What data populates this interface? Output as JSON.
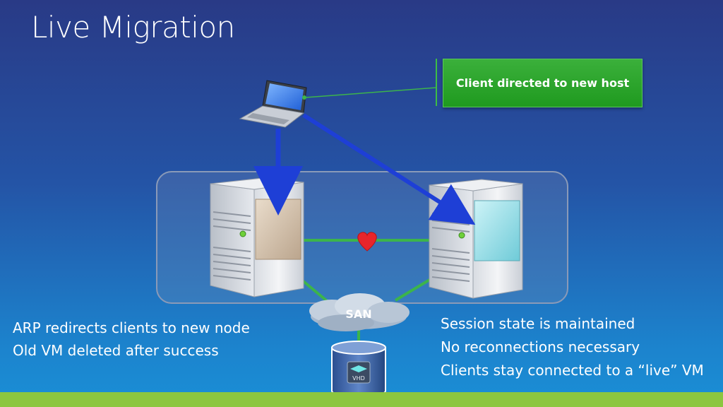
{
  "slide": {
    "title": "Live Migration",
    "callout": "Client directed to new host",
    "left_notes": [
      "ARP redirects clients to new node",
      "Old VM deleted after success"
    ],
    "right_notes": [
      "Session state is maintained",
      "No reconnections necessary",
      "Clients stay connected to a “live” VM"
    ],
    "san_label": "SAN",
    "vhd_label": "VHD"
  },
  "colors": {
    "callout_green": "#23a023",
    "link_green": "#3cb44b",
    "arrow_blue": "#1e3fd6",
    "heart_red": "#e8252b",
    "footer_green": "#8cc63f"
  },
  "icons": [
    "laptop-icon",
    "server-icon",
    "heart-icon",
    "cloud-icon",
    "database-icon"
  ]
}
